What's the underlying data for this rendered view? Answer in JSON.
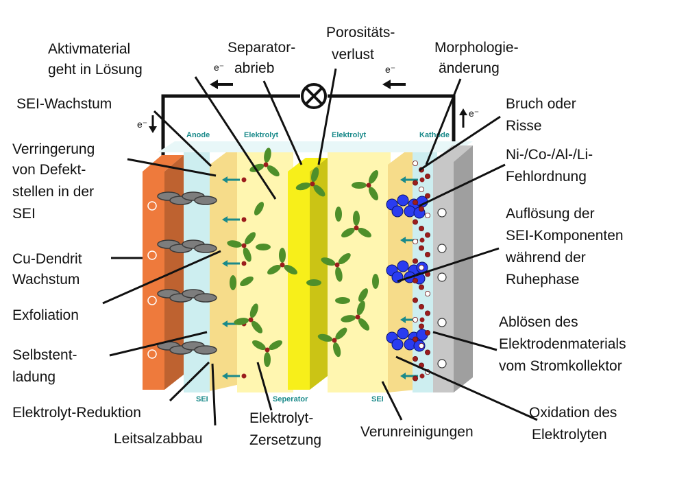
{
  "colors": {
    "anode": "#ee7a3c",
    "sei": "#cdeef0",
    "electrode": "#f6dc8a",
    "electrolyte": "#fff6b0",
    "separator": "#f7ef1a",
    "cathode_collector": "#c7c7c7",
    "ion_arrow": "#1a8a8a",
    "particle": "#9b1d1d",
    "leaf": "#4e8f2a",
    "cobalt": "#2a3cf0"
  },
  "top_labels": {
    "aktivmaterial_1": "Aktivmaterial",
    "aktivmaterial_2": "geht in Lösung",
    "separator_1": "Separator-",
    "separator_2": "abrieb",
    "porositaet_1": "Porositäts-",
    "porositaet_2": "verlust",
    "morphologie_1": "Morphologie-",
    "morphologie_2": "änderung"
  },
  "left_labels": {
    "sei_wachstum": "SEI-Wachstum",
    "verringerung_1": "Verringerung",
    "verringerung_2": "von Defekt-",
    "verringerung_3": "stellen in der",
    "verringerung_4": "SEI",
    "cu_1": "Cu-Dendrit",
    "cu_2": "Wachstum",
    "exfoliation": "Exfoliation",
    "selbst_1": "Selbstent-",
    "selbst_2": "ladung"
  },
  "right_labels": {
    "bruch_1": "Bruch oder",
    "bruch_2": "Risse",
    "ni_1": "Ni-/Co-/Al-/Li-",
    "ni_2": "Fehlordnung",
    "aufl_1": "Auflösung der",
    "aufl_2": "SEI-Komponenten",
    "aufl_3": "während der",
    "aufl_4": "Ruhephase",
    "abl_1": "Ablösen des",
    "abl_2": "Elektrodenmaterials",
    "abl_3": "vom Stromkollektor"
  },
  "bottom_labels": {
    "reduktion": "Elektrolyt-Reduktion",
    "leitsalz": "Leitsalzabbau",
    "zersetzung_1": "Elektrolyt-",
    "zersetzung_2": "Zersetzung",
    "verunreinigungen": "Verunreinigungen",
    "oxidation_1": "Oxidation des",
    "oxidation_2": "Elektrolyten"
  },
  "cell_labels": {
    "anode": "Anode",
    "elektrolyt_left": "Elektrolyt",
    "elektrolyt_right": "Elektrolyt",
    "kathode": "Kathode",
    "sei_left": "SEI",
    "separator": "Seperator",
    "sei_right": "SEI"
  },
  "symbols": {
    "electron": "e⁻"
  }
}
